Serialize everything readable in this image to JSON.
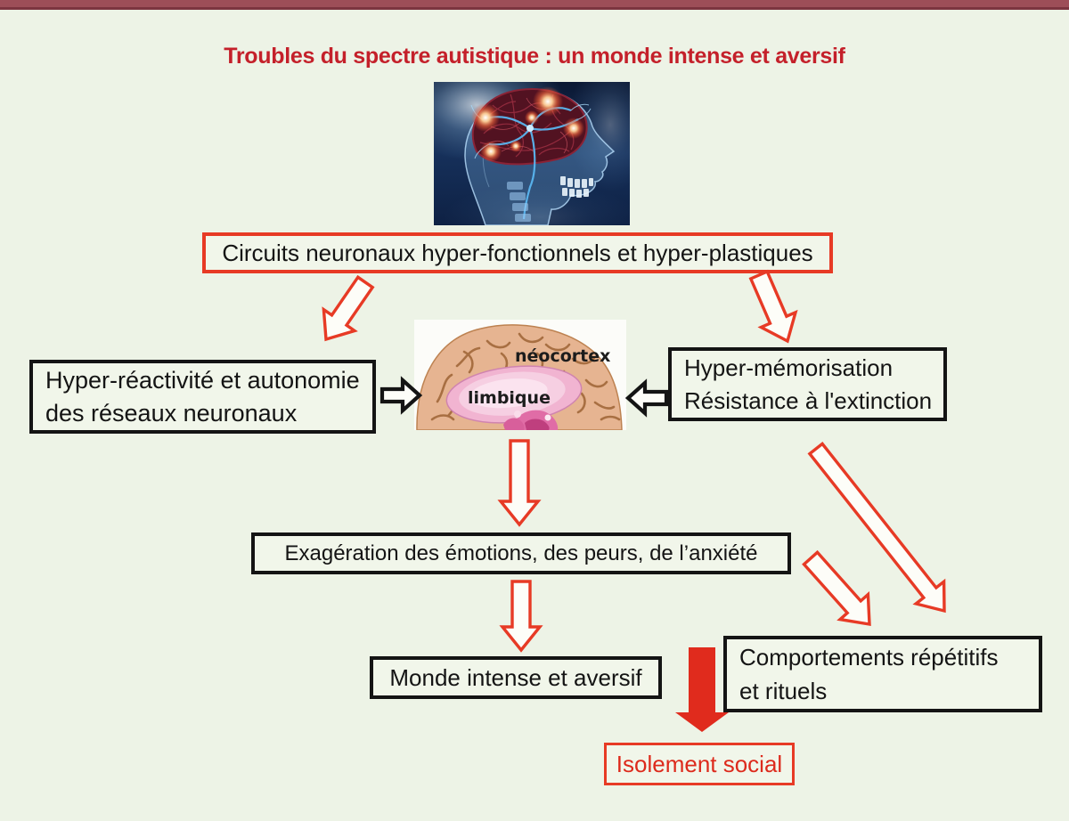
{
  "title": {
    "text": "Troubles du spectre autistique : un monde intense et aversif",
    "color": "#c4202a"
  },
  "boxes": {
    "circuits": {
      "label": "Circuits neuronaux hyper-fonctionnels et hyper-plastiques",
      "border_color": "#e73a25"
    },
    "hyper_reactivite": {
      "line1": "Hyper-réactivité et autonomie",
      "line2": "des réseaux neuronaux",
      "border_color": "#141414"
    },
    "hyper_memorisation": {
      "line1": "Hyper-mémorisation",
      "line2": "Résistance à l'extinction",
      "border_color": "#141414"
    },
    "exageration": {
      "label": "Exagération des émotions, des peurs, de l’anxiété",
      "border_color": "#141414"
    },
    "monde": {
      "label": "Monde intense et aversif",
      "border_color": "#141414"
    },
    "comportements": {
      "line1": "Comportements répétitifs",
      "line2": "et rituels",
      "border_color": "#141414"
    },
    "isolement": {
      "label": "Isolement social",
      "border_color": "#e73a25",
      "text_color": "#dd2a1c"
    }
  },
  "brain_image_labels": {
    "neocortex": "néocortex",
    "limbique": "limbique"
  },
  "colors": {
    "background": "#edf3e6",
    "top_bar": "#9d4e58",
    "arrow_red": "#e73a25",
    "arrow_black": "#141414",
    "solid_arrow": "#e02b1d"
  }
}
